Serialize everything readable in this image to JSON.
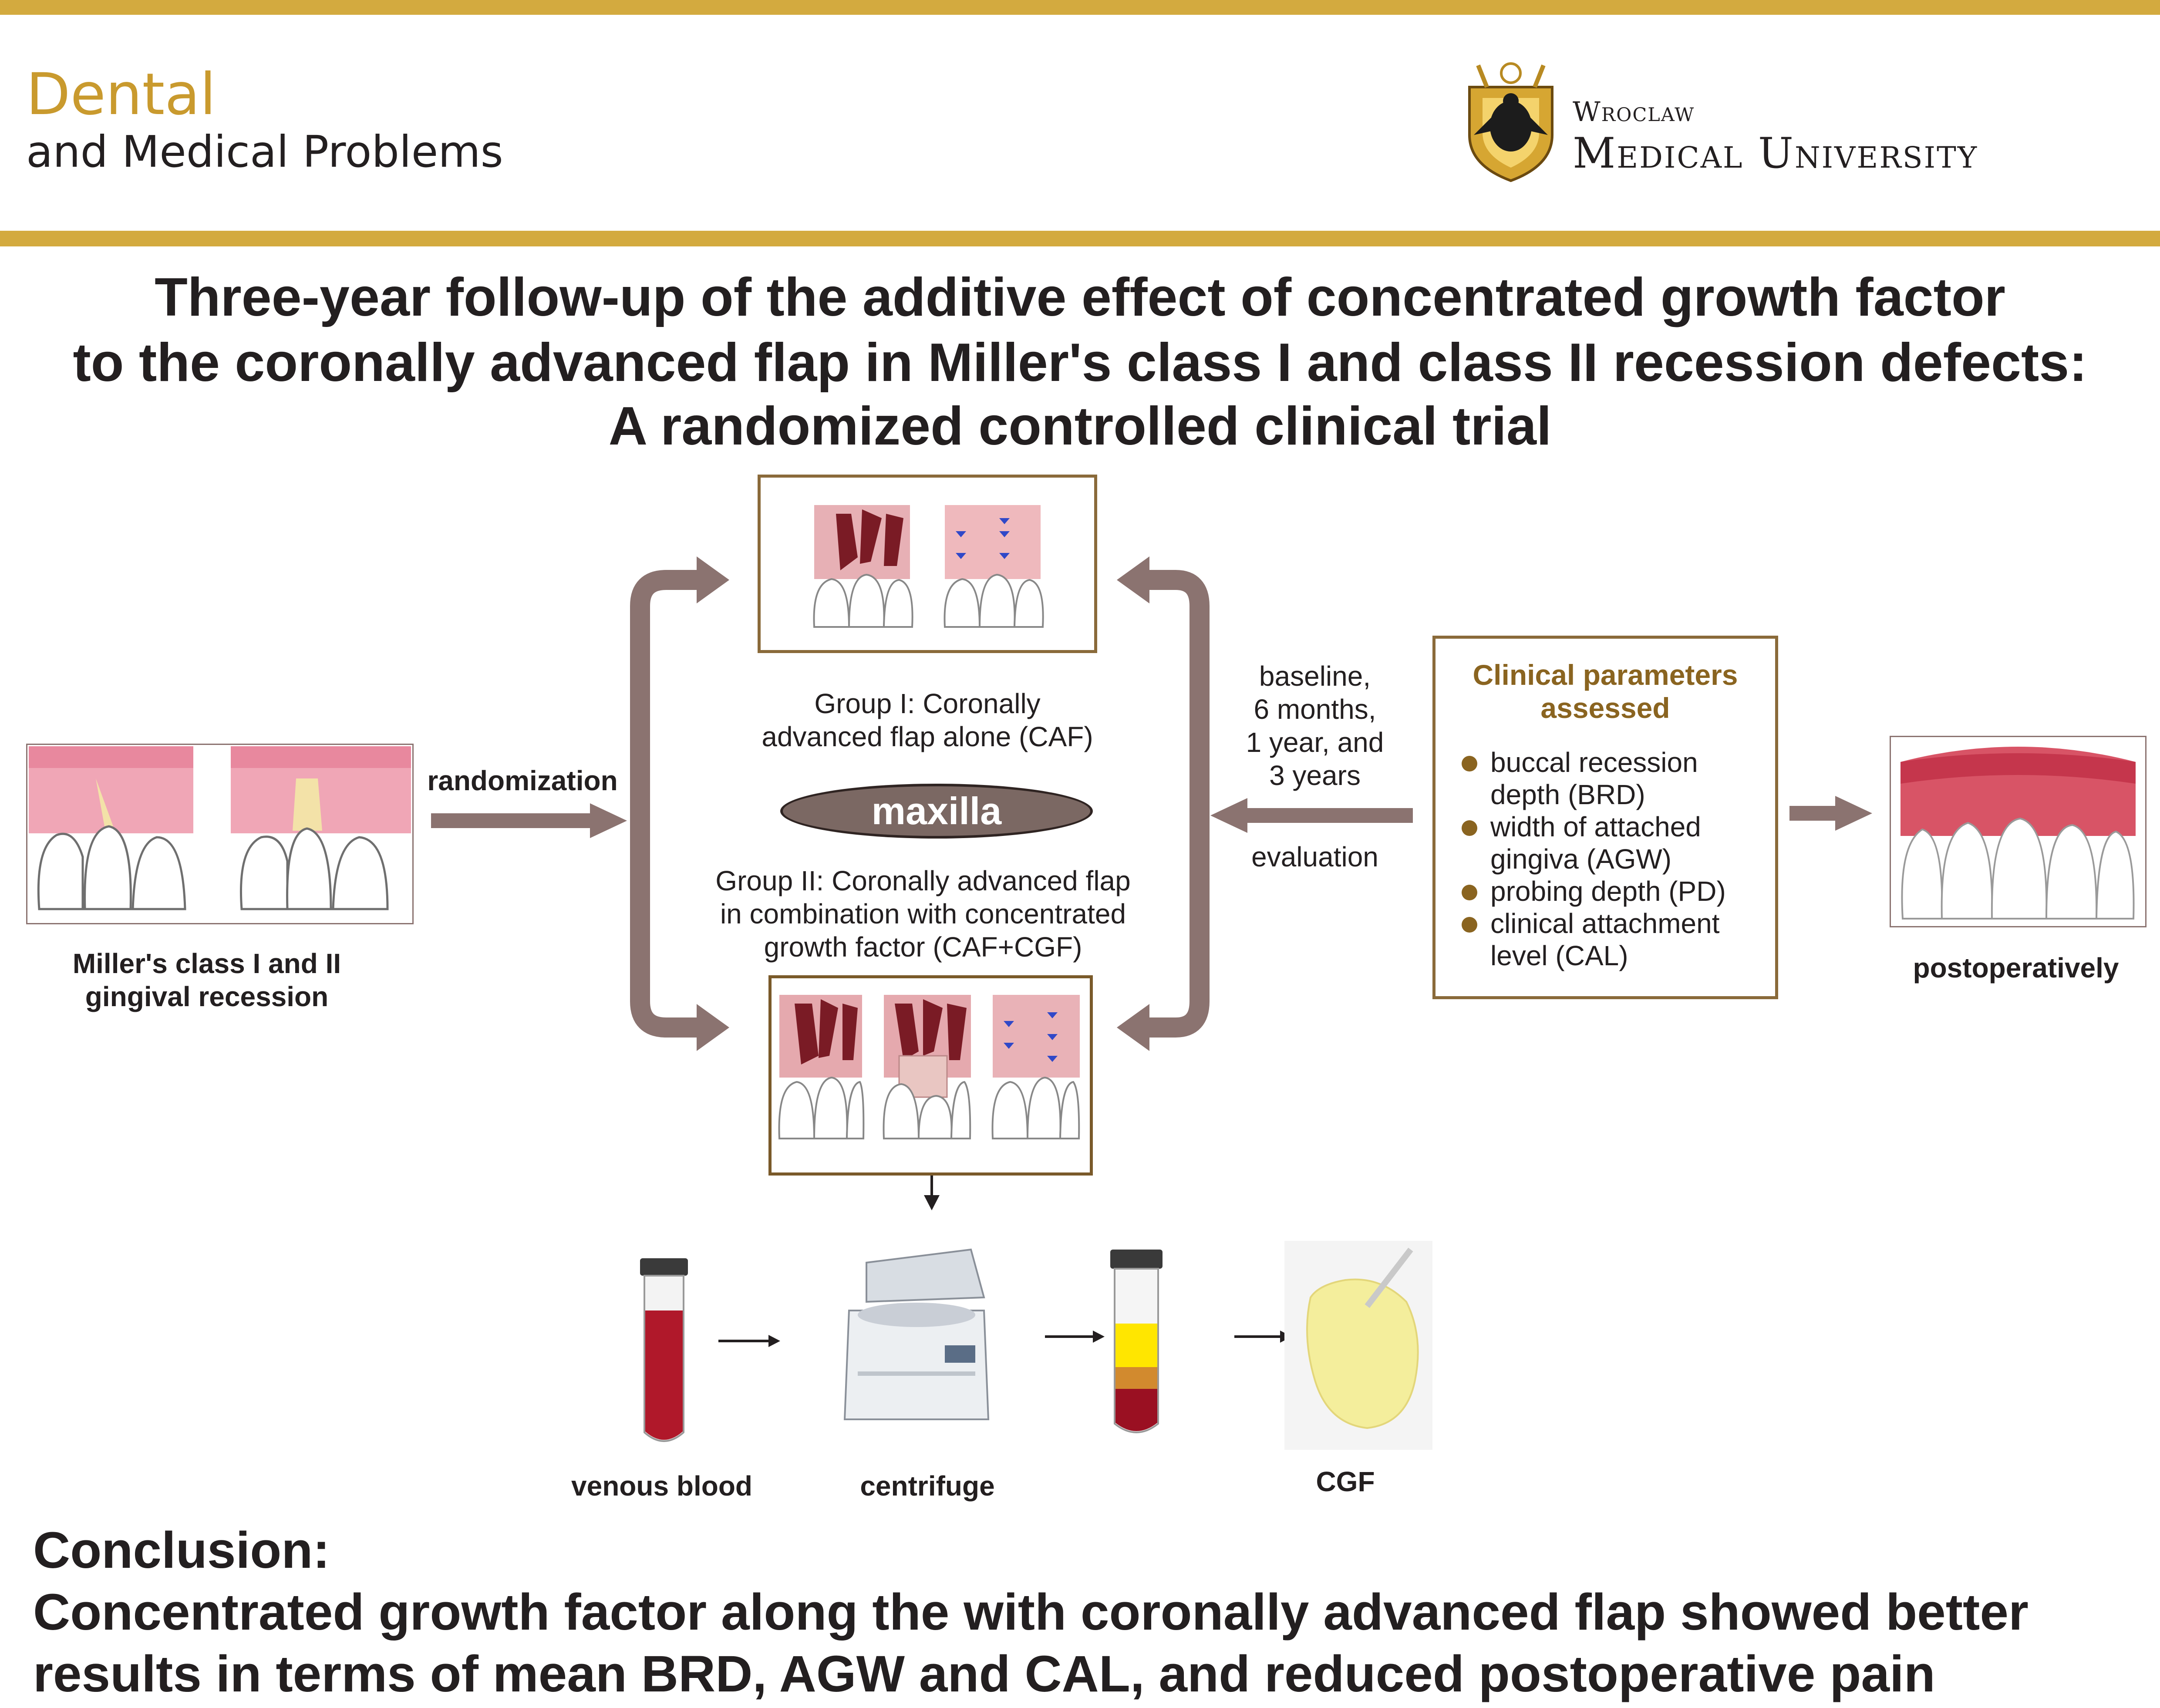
{
  "header": {
    "journal_line1": "Dental",
    "journal_line2": "and Medical Problems",
    "university_line1": "Wroclaw",
    "university_line2": "Medical University"
  },
  "title": {
    "line1": "Three-year follow-up of the additive effect of concentrated growth factor",
    "line2": "to the coronally advanced flap in Miller's class I and class II recession defects:",
    "line3": "A randomized controlled clinical trial"
  },
  "recession": {
    "label_line1": "Miller's class I and II",
    "label_line2": "gingival recession"
  },
  "randomization_label": "randomization",
  "group1": {
    "line1": "Group I: Coronally",
    "line2": "advanced flap alone (CAF)"
  },
  "maxilla_label": "maxilla",
  "group2": {
    "line1": "Group II: Coronally advanced flap",
    "line2": "in combination with concentrated",
    "line3": "growth factor (CAF+CGF)"
  },
  "timing": {
    "line1": "baseline,",
    "line2": "6 months,",
    "line3": "1 year, and",
    "line4": "3 years",
    "evaluation": "evaluation"
  },
  "params": {
    "title_line1": "Clinical parameters",
    "title_line2": "assessed",
    "items": [
      {
        "line1": "buccal recession",
        "line2": "depth (BRD)"
      },
      {
        "line1": "width of attached",
        "line2": "gingiva (AGW)"
      },
      {
        "line1": "probing depth (PD)",
        "line2": ""
      },
      {
        "line1": "clinical attachment",
        "line2": "level (CAL)"
      }
    ]
  },
  "postoperatively_label": "postoperatively",
  "cgf_steps": {
    "venous_blood": "venous blood",
    "centrifuge": "centrifuge",
    "cgf": "CGF"
  },
  "conclusion": {
    "heading": "Conclusion:",
    "line1": "Concentrated growth factor along the with coronally advanced flap showed better",
    "line2": "results in terms of mean BRD, AGW and CAL, and reduced postoperative pain"
  },
  "colors": {
    "gold": "#d3aa3f",
    "journal_gold": "#c99a2e",
    "arrow_brown": "#8b7370",
    "box_border": "#7a5a2a",
    "gum_pink": "#f2b8c2",
    "gum_red": "#c5364c",
    "blood": "#b0182a",
    "cgf_yellow": "#ffe600"
  },
  "icons": [
    "university-crest-icon",
    "teeth-illustration-icon",
    "test-tube-icon",
    "centrifuge-icon",
    "cgf-membrane-icon"
  ]
}
